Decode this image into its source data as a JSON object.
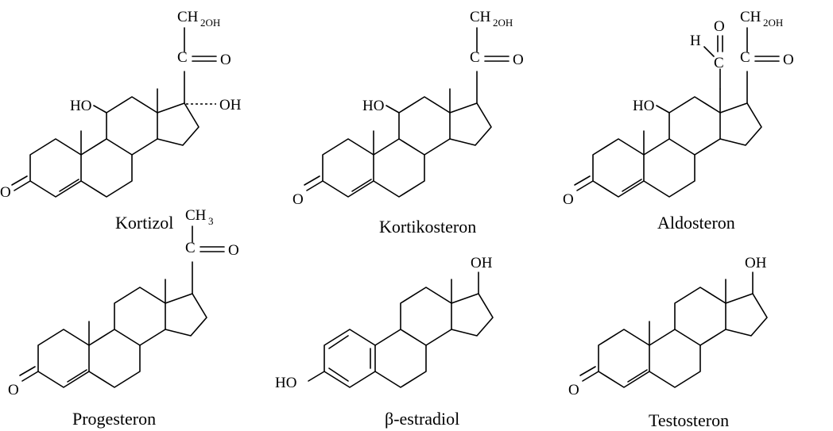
{
  "labels": {
    "HO": "HO",
    "OH": "OH",
    "O": "O",
    "C": "C",
    "H": "H",
    "CH": "CH",
    "H2OH": "2OH",
    "CH3_sub": "3"
  },
  "molecules": [
    {
      "name": "Kortizol"
    },
    {
      "name": "Kortikosteron"
    },
    {
      "name": "Aldosteron"
    },
    {
      "name": "Progesteron"
    },
    {
      "name": "β-estradiol"
    },
    {
      "name": "Testosteron"
    }
  ]
}
